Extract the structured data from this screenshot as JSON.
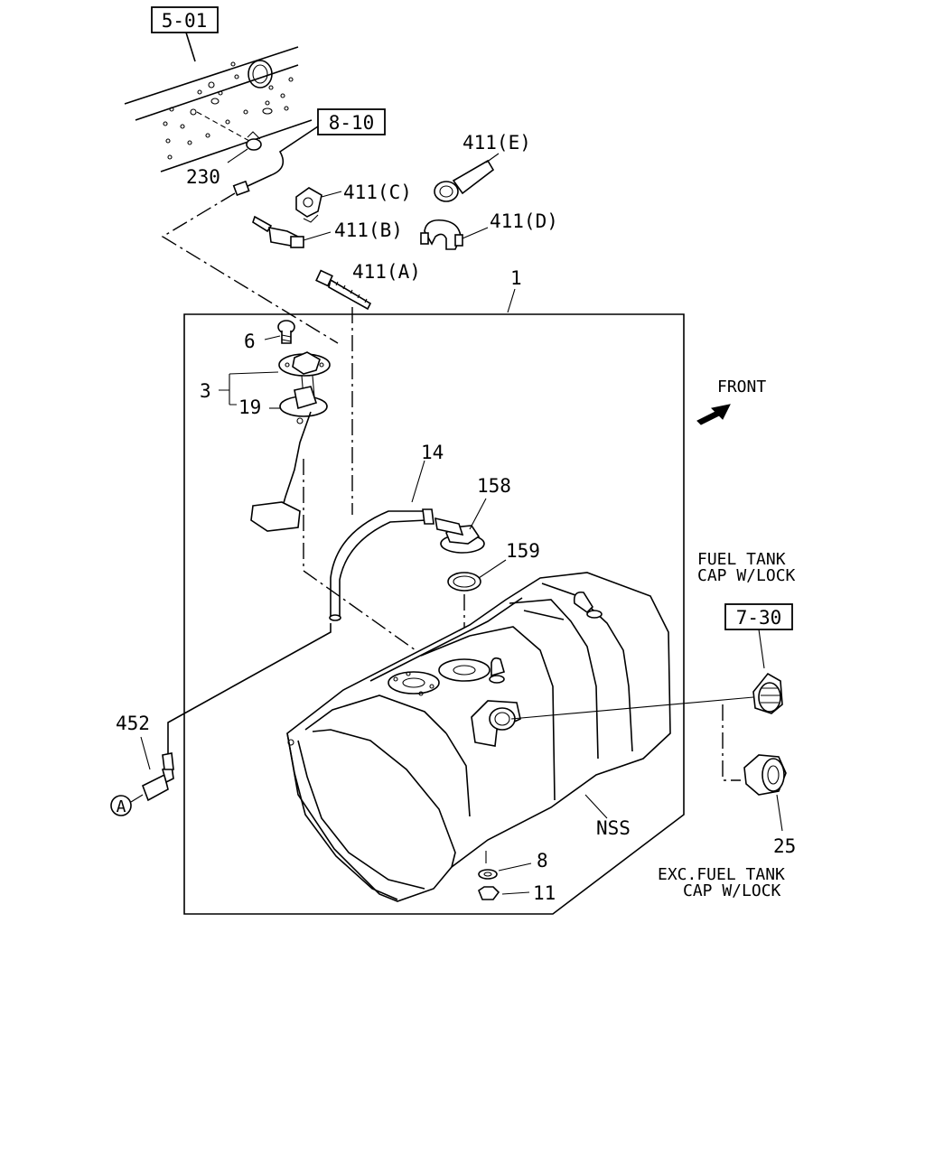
{
  "refs": {
    "ref_5_01": "5-01",
    "ref_8_10": "8-10",
    "ref_7_30": "7-30"
  },
  "parts": {
    "p230": "230",
    "p411e": "411(E)",
    "p411c": "411(C)",
    "p411b": "411(B)",
    "p411d": "411(D)",
    "p411a": "411(A)",
    "p1": "1",
    "p6": "6",
    "p3": "3",
    "p19": "19",
    "p14": "14",
    "p158": "158",
    "p159": "159",
    "p452": "452",
    "pNSS": "NSS",
    "p8": "8",
    "p11": "11",
    "p25": "25",
    "connectorA": "A"
  },
  "notes": {
    "front": "FRONT",
    "with_lock_line1": "FUEL TANK",
    "with_lock_line2": "CAP W/LOCK",
    "exc_lock_line1": "EXC.FUEL TANK",
    "exc_lock_line2": "CAP W/LOCK"
  }
}
